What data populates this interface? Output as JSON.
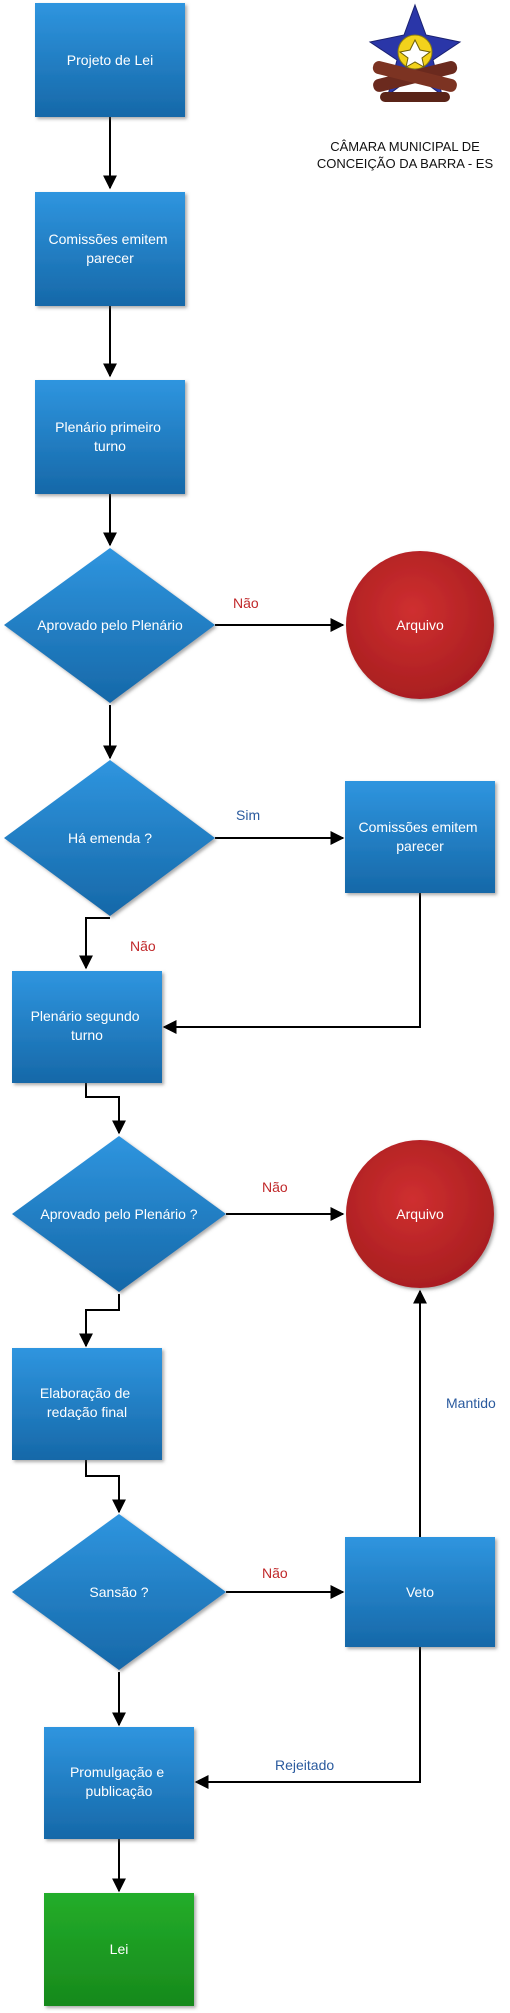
{
  "header": {
    "org_line1": "CÂMARA MUNICIPAL DE",
    "org_line2": "CONCEIÇÃO DA BARRA - ES"
  },
  "colors": {
    "process": "#1f7fc6",
    "reject": "#c0282a",
    "final": "#1f9e25",
    "label_no": "#c0282a",
    "label_yes": "#2a5a9e"
  },
  "nodes": {
    "projeto_lei": [
      "Projeto de Lei"
    ],
    "comissoes_1": [
      "Comissões emitem",
      "parecer"
    ],
    "plenario_1": [
      "Plenário primeiro",
      "turno"
    ],
    "aprovado_1": [
      "Aprovado pelo Plenário"
    ],
    "arquivo_1": [
      "Arquivo"
    ],
    "ha_emenda": [
      "Há emenda ?"
    ],
    "comissoes_2": [
      "Comissões emitem",
      "parecer"
    ],
    "plenario_2": [
      "Plenário segundo",
      "turno"
    ],
    "aprovado_2": [
      "Aprovado pelo Plenário ?"
    ],
    "arquivo_2": [
      "Arquivo"
    ],
    "redacao_final": [
      "Elaboração de",
      "redação final"
    ],
    "sansao": [
      "Sansão ?"
    ],
    "veto": [
      "Veto"
    ],
    "promulgacao": [
      "Promulgação e",
      "publicação"
    ],
    "lei": [
      "Lei"
    ]
  },
  "edge_labels": {
    "nao_1": "Não",
    "sim": "Sim",
    "nao_2": "Não",
    "nao_3": "Não",
    "nao_4": "Não",
    "mantido": "Mantido",
    "rejeitado": "Rejeitado"
  }
}
